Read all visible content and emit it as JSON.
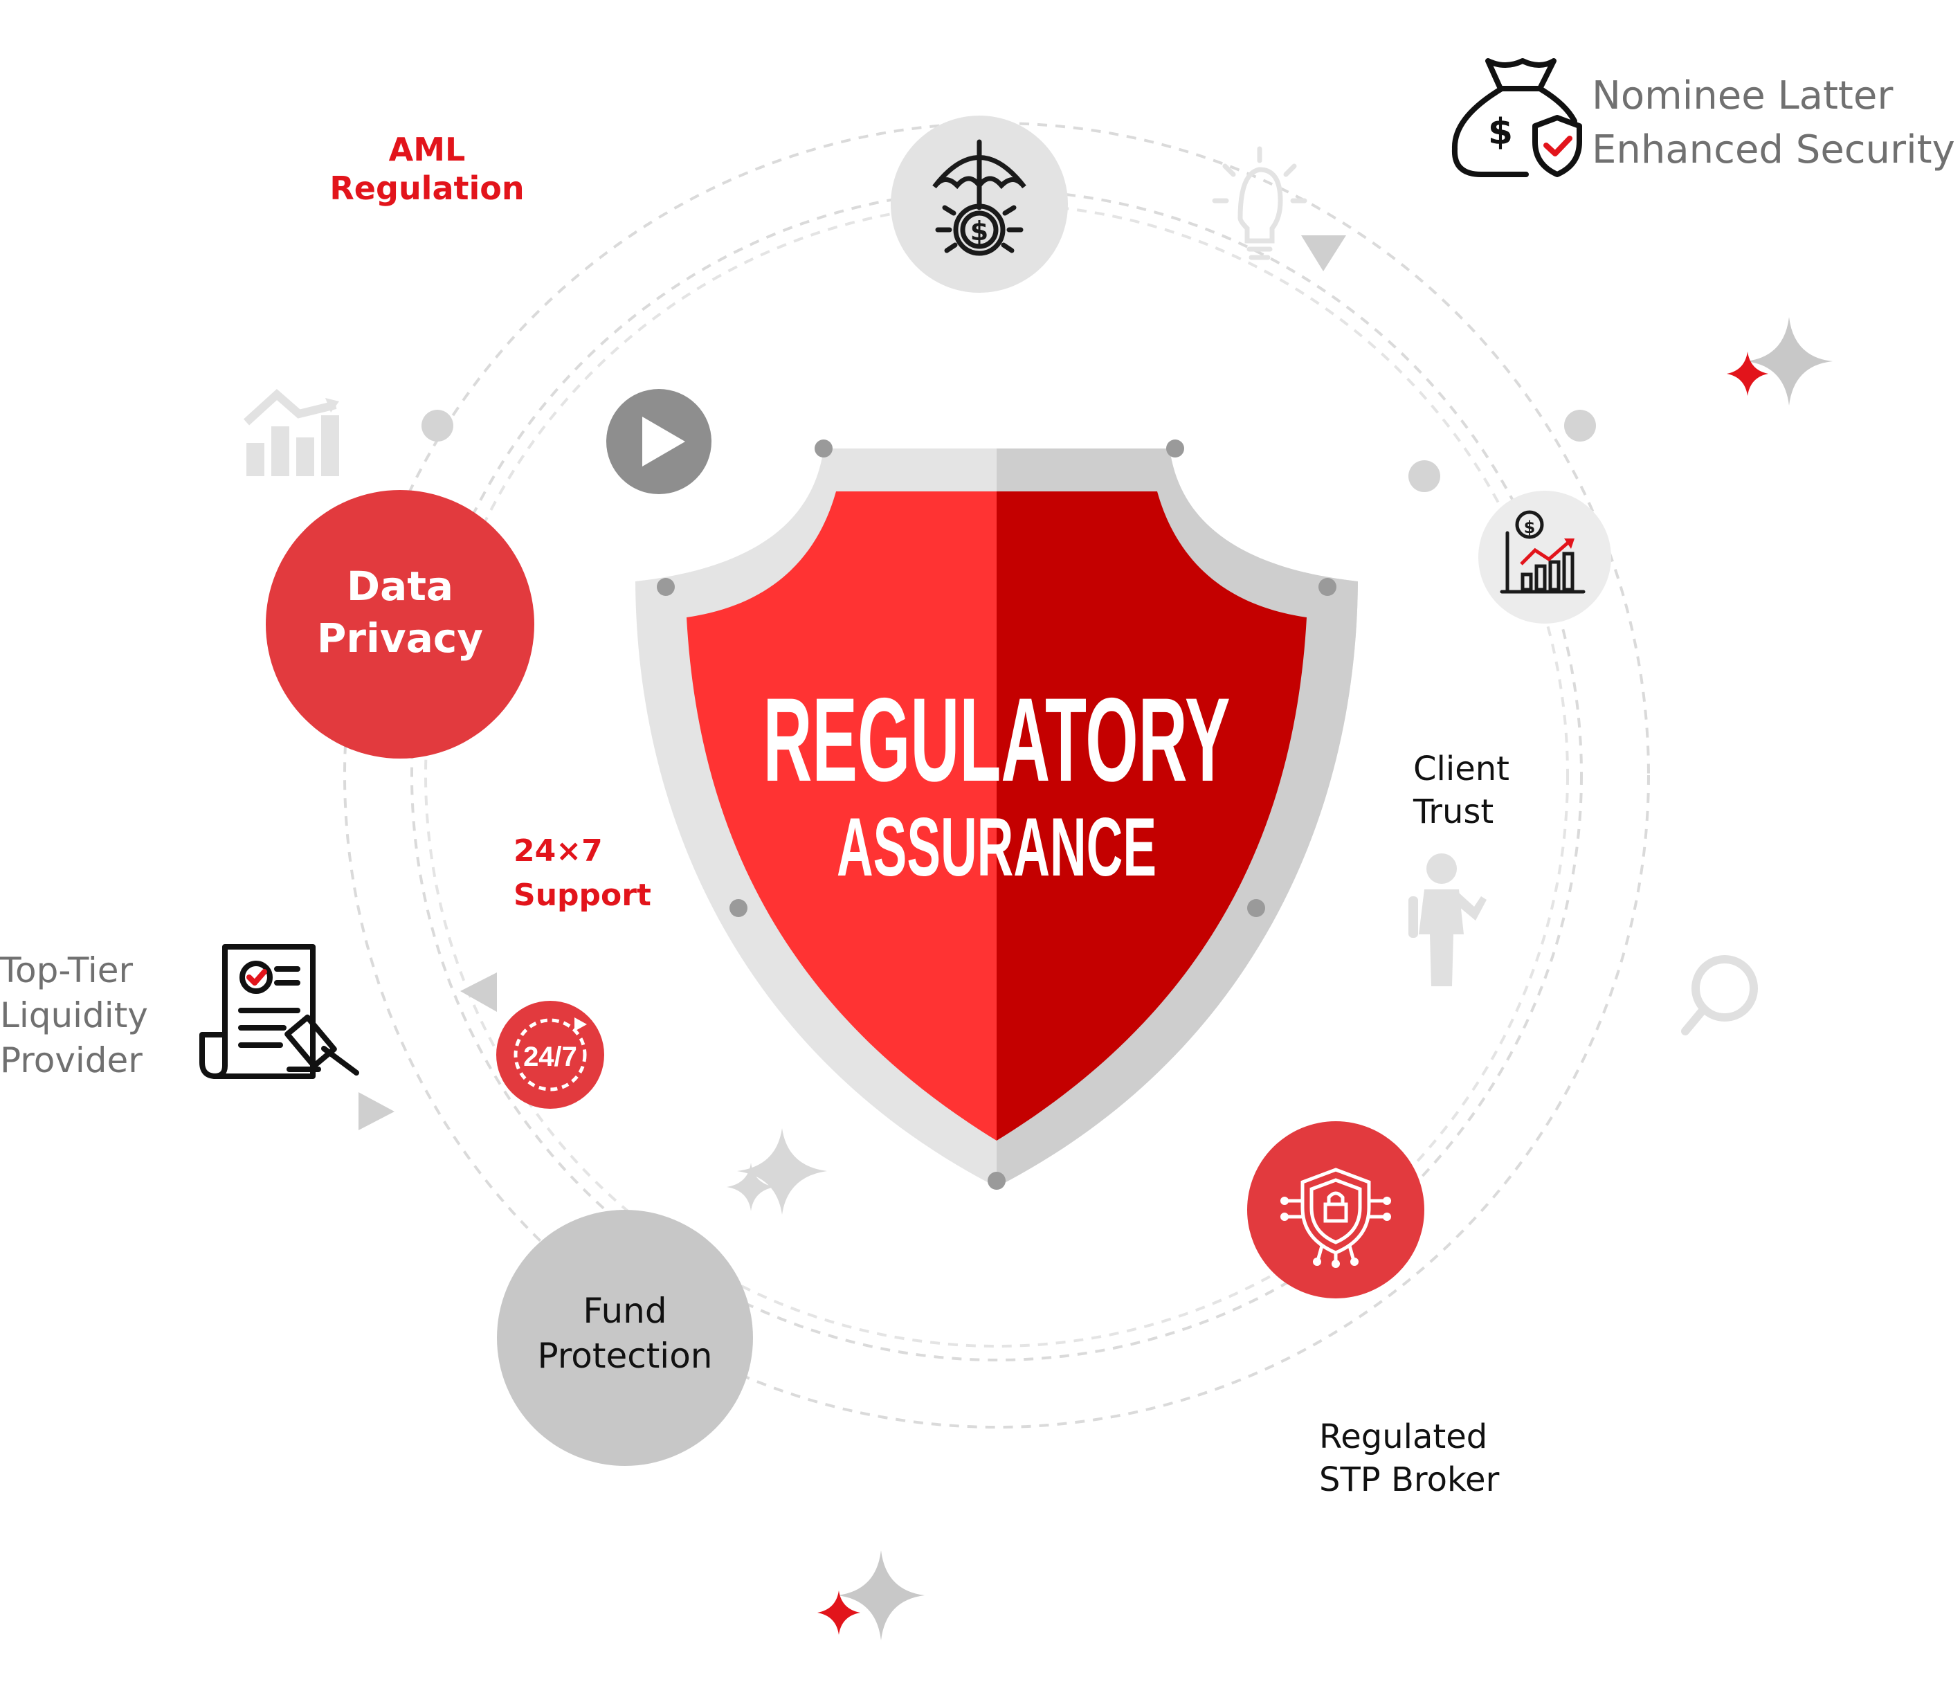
{
  "shield": {
    "title": "REGULATORY",
    "subtitle": "ASSURANCE"
  },
  "labels": {
    "aml": [
      "AML",
      "Regulation"
    ],
    "data_privacy": [
      "Data",
      "Privacy"
    ],
    "support": [
      "24×7",
      "Support"
    ],
    "liquidity": [
      "Top-Tier",
      "Liquidity",
      "Provider"
    ],
    "fund_protection": [
      "Fund",
      "Protection"
    ],
    "client_trust": [
      "Client",
      "Trust"
    ],
    "stp_broker": [
      "Regulated",
      "STP Broker"
    ],
    "nominee": [
      "Nominee Latter",
      "Enhanced Security"
    ]
  },
  "badge_247": "24/7",
  "icons": {
    "top_center": "umbrella-dollar-icon",
    "play": "play-icon",
    "chart": "chart-growth-icon",
    "lock_shield": "shield-lock-circuit-icon",
    "document": "document-gavel-icon",
    "money_bag": "money-bag-shield-icon",
    "bulb": "lightbulb-icon",
    "person": "person-icon",
    "magnifier": "magnifier-icon",
    "bars": "bar-chart-icon"
  },
  "colors": {
    "red": "#e2141b",
    "circle_red": "#e23a3e",
    "light_gray": "#e6e6e6",
    "mid_gray": "#c5c5c5",
    "shield_left": "#ff3333",
    "shield_right": "#c40000"
  }
}
